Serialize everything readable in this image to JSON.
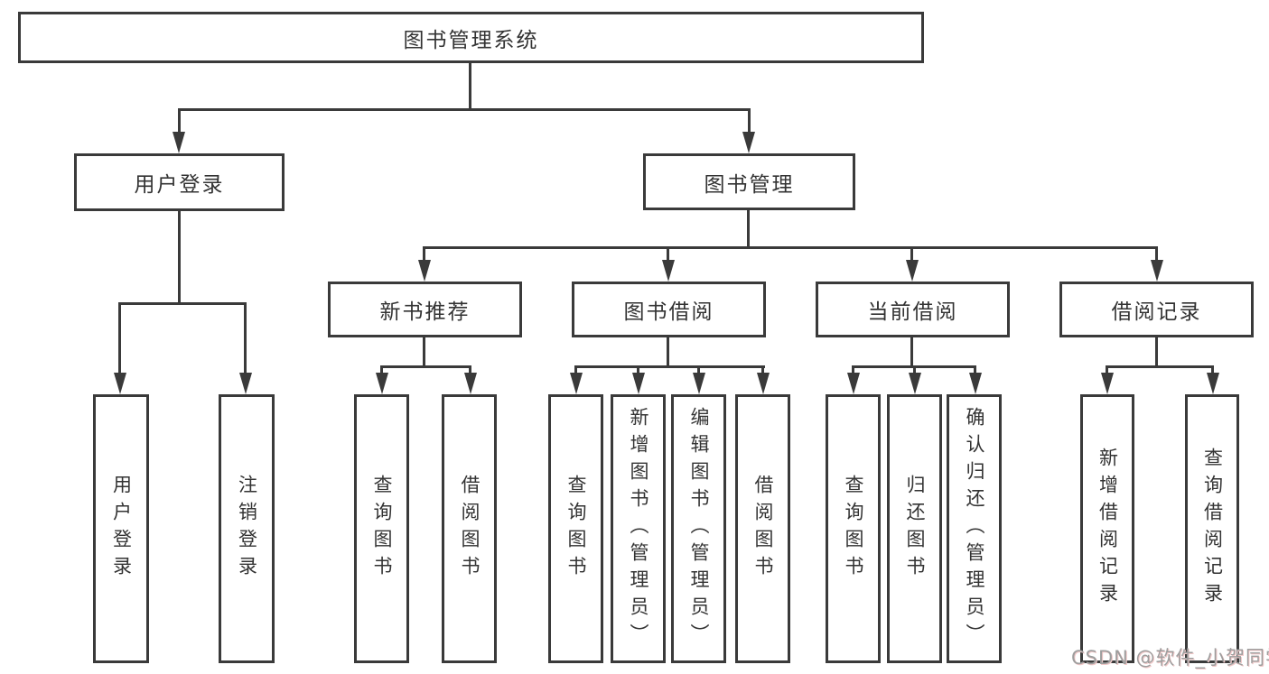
{
  "colors": {
    "line": "#3a3a3a",
    "text": "#333333",
    "watermark": "#9e9e9e",
    "background": "#ffffff"
  },
  "watermark": {
    "text": "CSDN @软件_小贺同学"
  },
  "tree": {
    "root": "图书管理系统",
    "level2": [
      "用户登录",
      "图书管理"
    ],
    "level3": [
      "新书推荐",
      "图书借阅",
      "当前借阅",
      "借阅记录"
    ],
    "leaves": {
      "login": [
        "用户登录",
        "注销登录"
      ],
      "recommend": [
        "查询图书",
        "借阅图书"
      ],
      "borrow": [
        "查询图书",
        "新增图书（管理员）",
        "编辑图书（管理员）",
        "借阅图书"
      ],
      "current": [
        "查询图书",
        "归还图书",
        "确认归还（管理员）"
      ],
      "records": [
        "新增借阅记录",
        "查询借阅记录"
      ]
    }
  }
}
